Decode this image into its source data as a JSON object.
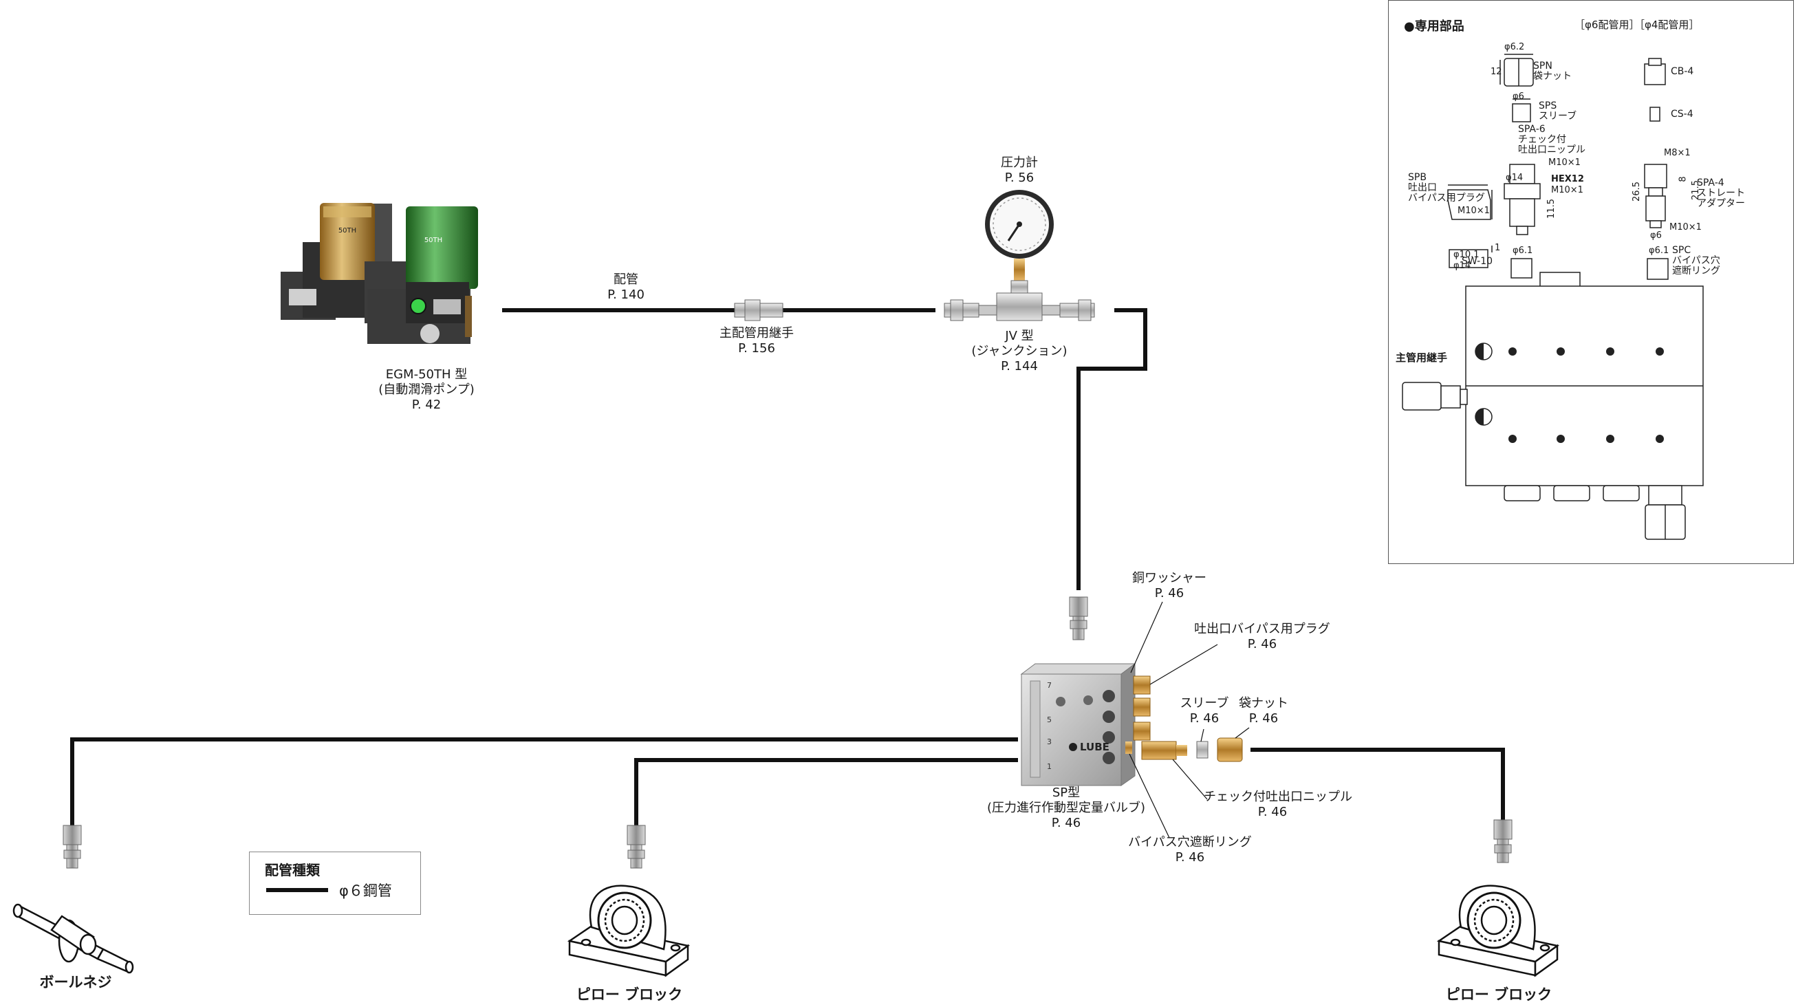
{
  "pump": {
    "name": "EGM-50TH 型",
    "desc": "(自動潤滑ポンプ)",
    "page": "P. 42",
    "badge_1": "50TH",
    "badge_2": "50TH"
  },
  "pipe": {
    "name": "配管",
    "page": "P. 140"
  },
  "main_joint": {
    "name": "主配管用継手",
    "page": "P. 156"
  },
  "gauge": {
    "name": "圧力計",
    "page": "P. 56"
  },
  "jv": {
    "name": "JV 型",
    "desc": "(ジャンクション)",
    "page": "P. 144"
  },
  "copper_washer": {
    "name": "銅ワッシャー",
    "page": "P. 46"
  },
  "bypass_plug": {
    "name": "吐出口バイパス用プラグ",
    "page": "P. 46"
  },
  "sleeve": {
    "name": "スリーブ",
    "page": "P. 46"
  },
  "nut": {
    "name": "袋ナット",
    "page": "P. 46"
  },
  "check_nipple": {
    "name": "チェック付吐出口ニップル",
    "page": "P. 46"
  },
  "bypass_ring": {
    "name": "バイパス穴遮断リング",
    "page": "P. 46"
  },
  "sp": {
    "name": "SP型",
    "desc": "(圧力進行作動型定量バルブ)",
    "page": "P. 46",
    "brand": "LUBE",
    "numbers": [
      "7",
      "5",
      "3",
      "1"
    ]
  },
  "targets": {
    "ball_screw": "ボールネジ",
    "pillow_block_1": "ピロー ブロック",
    "pillow_block_2": "ピロー ブロック"
  },
  "legend": {
    "title": "配管種類",
    "item": "φ６鋼管"
  },
  "inset": {
    "title": "●専用部品",
    "col_heads": "［φ6配管用］［φ4配管用］",
    "spn": [
      "SPN",
      "袋ナット"
    ],
    "spn_d": "φ6.2",
    "spn_h": "12",
    "cb4": "CB-4",
    "sps": [
      "SPS",
      "スリーブ"
    ],
    "sps_d": "φ6",
    "cs4": "CS-4",
    "spa6": [
      "SPA-6",
      "チェック付",
      "吐出口ニップル"
    ],
    "m10_a": "M10×1",
    "hex12": "HEX12",
    "m10_b": "M10×1",
    "len_265": "26.5",
    "spb": [
      "SPB",
      "吐出口",
      "バイパス用プラグ"
    ],
    "spb_d": "φ14",
    "spb_m": "M10×1",
    "spb_h": "11.5",
    "m8": "M8×1",
    "spa4": [
      "SPA-4",
      "ストレート",
      "アダプター"
    ],
    "spa4_8": "8",
    "spa4_215": "21.5",
    "spa4_m": "M10×1",
    "spa4_d": "φ6",
    "sw10": "SW-10",
    "sw_d1": "φ10.1",
    "sw_d2": "φ14",
    "sw_t": "1",
    "spc": [
      "SPC",
      "バイパス穴",
      "遮断リング"
    ],
    "spc_d1": "φ6.1",
    "spc_d2": "φ6.1",
    "main_joint": "主管用継手"
  }
}
